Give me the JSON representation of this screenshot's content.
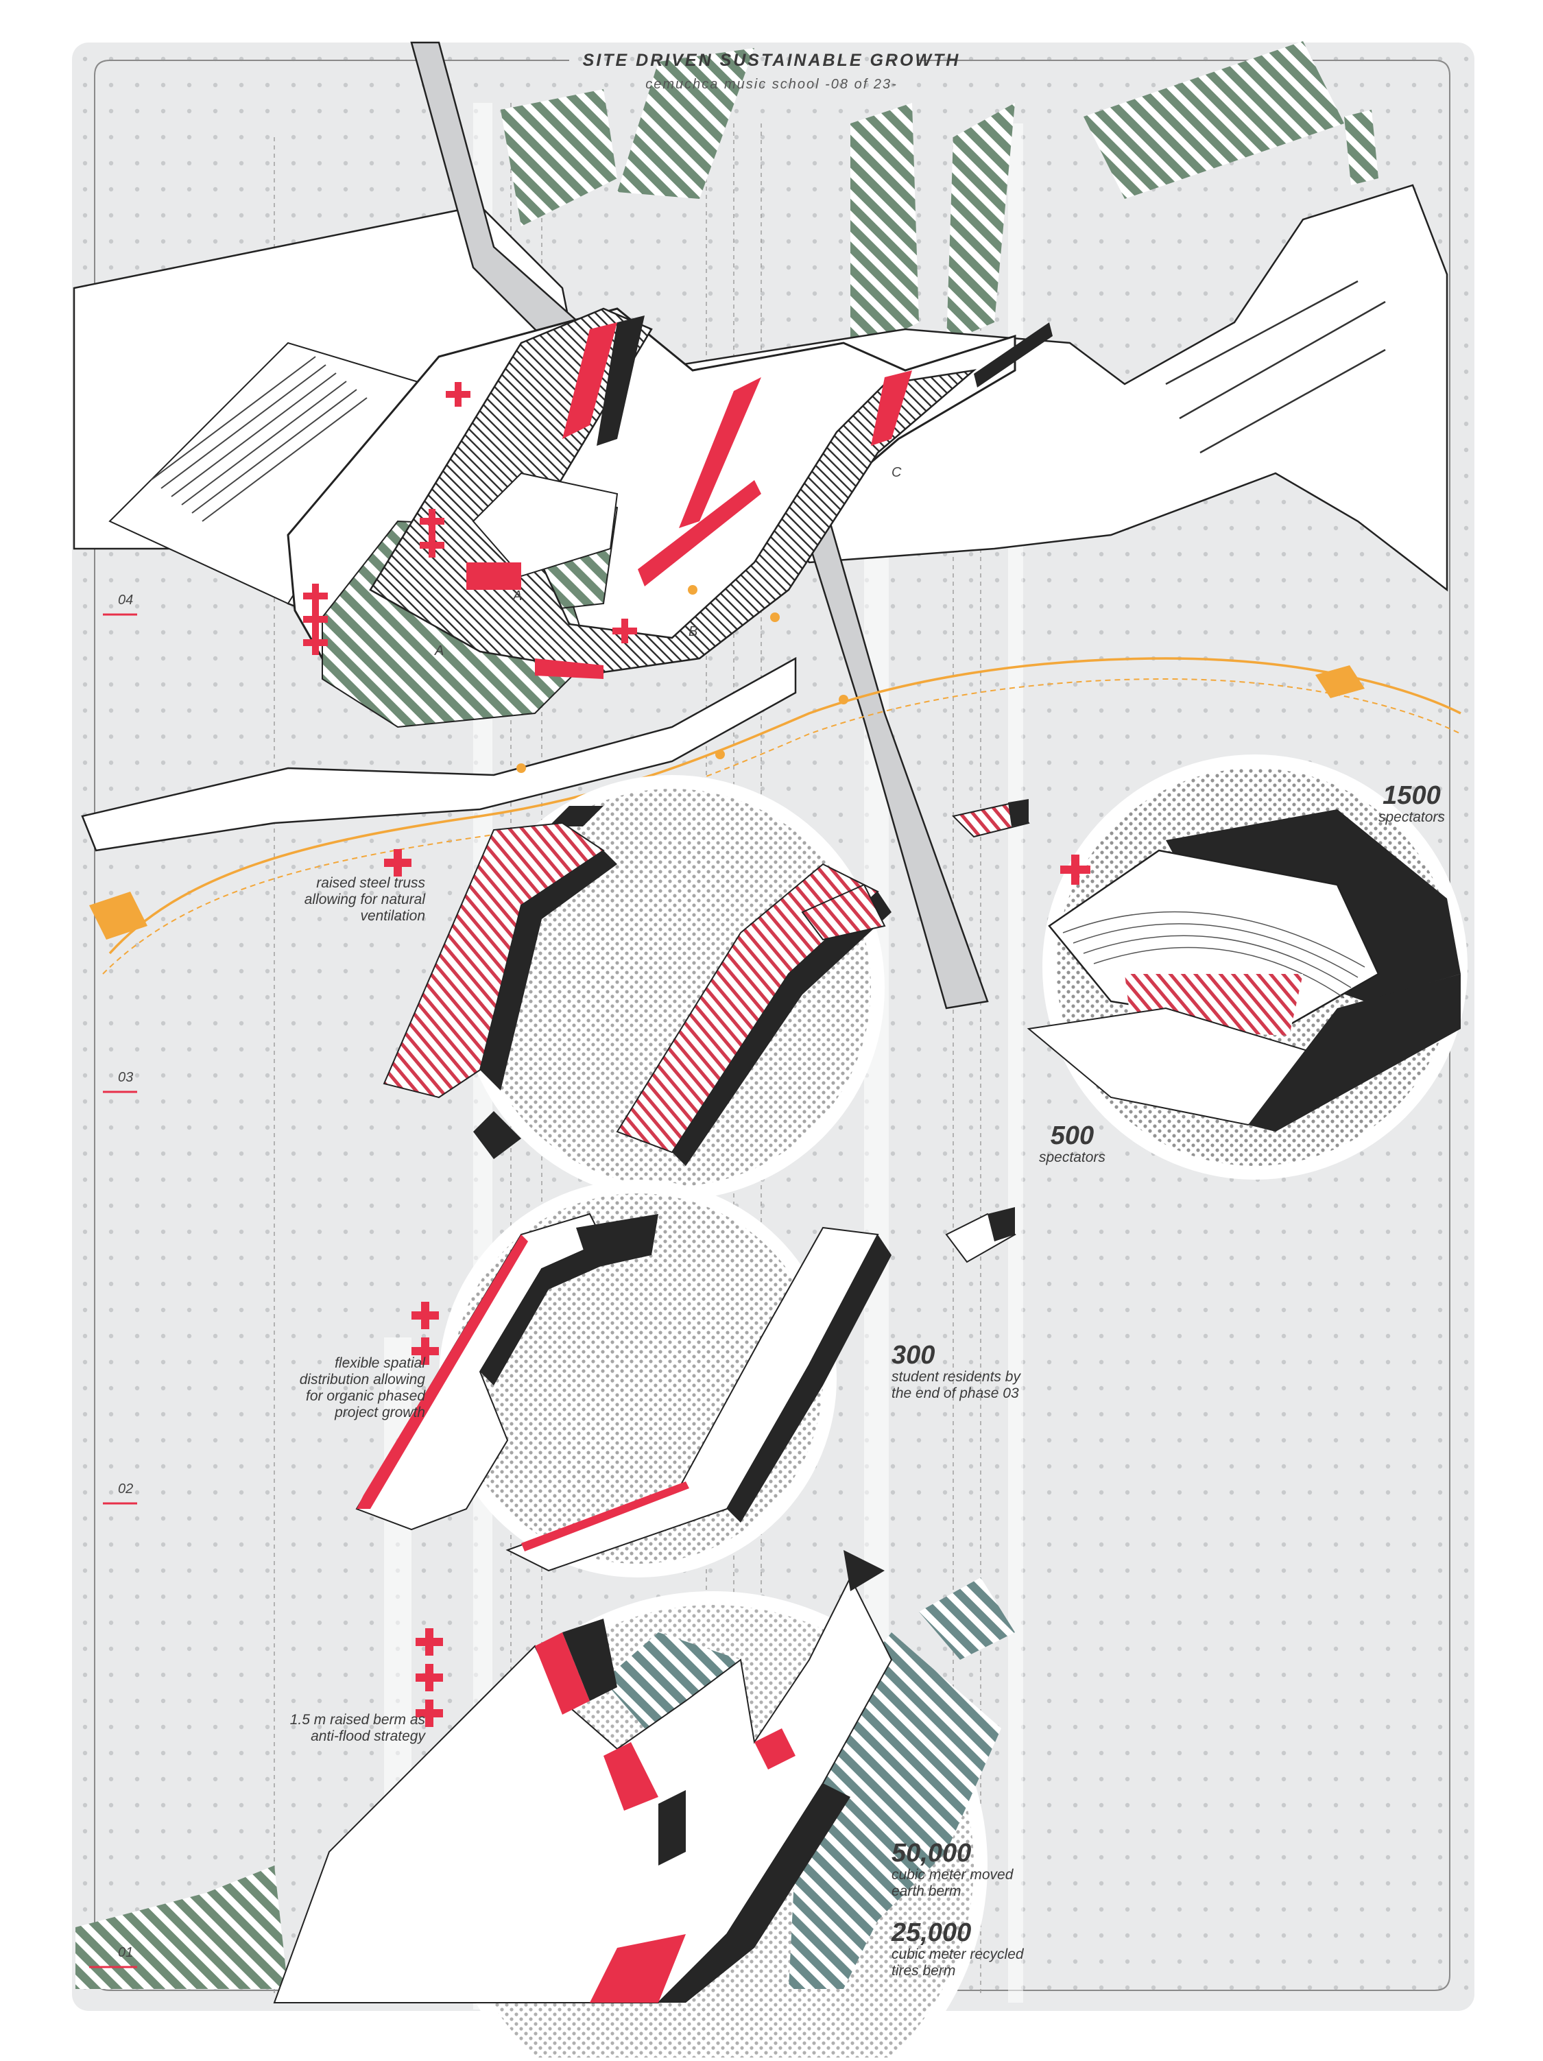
{
  "header": {
    "title": "SITE DRIVEN SUSTAINABLE GROWTH",
    "subtitle": "cemuchca music school -08 of 23-"
  },
  "phases": [
    "04",
    "03",
    "02",
    "01"
  ],
  "site_markers": [
    "A",
    "A",
    "B",
    "C"
  ],
  "annotations": {
    "truss": [
      "raised steel truss",
      "allowing for natural",
      "ventilation"
    ],
    "flexible": [
      "flexible spatial",
      "distribution allowing",
      "for organic phased",
      "project growth"
    ],
    "berm": [
      "1.5 m raised berm as",
      "anti-flood strategy"
    ]
  },
  "stats": {
    "spectators_large": {
      "value": "1500",
      "caption": "spectators"
    },
    "spectators_small": {
      "value": "500",
      "caption": "spectators"
    },
    "residents": {
      "value": "300",
      "caption_1": "student residents by",
      "caption_2": "the end of phase 03"
    },
    "earth": {
      "value": "50,000",
      "caption_1": "cubic meter moved",
      "caption_2": "earth berm"
    },
    "tires": {
      "value": "25,000",
      "caption_1": "cubic meter recycled",
      "caption_2": "tires berm"
    }
  },
  "colors": {
    "background": "#e9eaeb",
    "red": "#e8304a",
    "orange": "#f3a73a",
    "green": "#6f8c76",
    "teal": "#6a8a8a",
    "black": "#262626",
    "frame": "#8a8a8a"
  }
}
